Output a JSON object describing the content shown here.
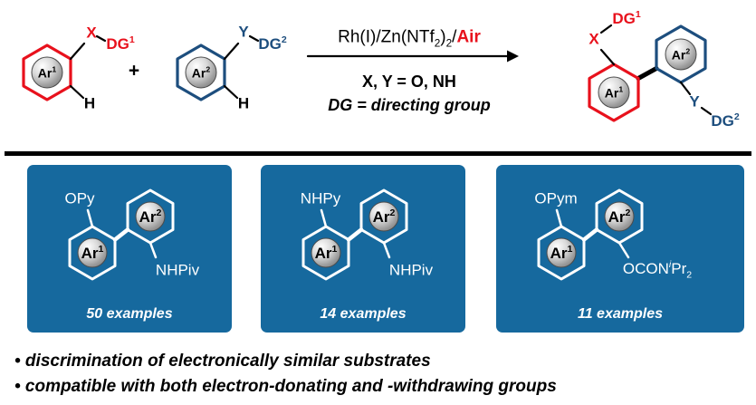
{
  "colors": {
    "red": "#e8111c",
    "blue": "#1d4e7e",
    "box-blue": "#16699e"
  },
  "scheme": {
    "reactant1": {
      "x": "X",
      "dg": "DG",
      "dg_sup": "1",
      "h": "H",
      "ar": "Ar",
      "ar_sup": "1"
    },
    "plus": "+",
    "reactant2": {
      "y": "Y",
      "dg": "DG",
      "dg_sup": "2",
      "h": "H",
      "ar": "Ar",
      "ar_sup": "2"
    },
    "conditions": {
      "pre": "Rh(I)/Zn(NTf",
      "sub1": "2",
      "paren": ")",
      "sub2": "2",
      "slash": "/",
      "air": "Air",
      "line2": "X, Y = O, NH",
      "line3": "DG = directing group"
    },
    "product": {
      "x": "X",
      "dg1": "DG",
      "dg1_sup": "1",
      "y": "Y",
      "dg2": "DG",
      "dg2_sup": "2",
      "ar1": "Ar",
      "ar1_sup": "1",
      "ar2": "Ar",
      "ar2_sup": "2"
    }
  },
  "boxes": [
    {
      "top": "OPy",
      "bottom": "NHPiv",
      "count": "50 examples",
      "ar1": "Ar",
      "ar1_sup": "1",
      "ar2": "Ar",
      "ar2_sup": "2"
    },
    {
      "top": "NHPy",
      "bottom": "NHPiv",
      "count": "14 examples",
      "ar1": "Ar",
      "ar1_sup": "1",
      "ar2": "Ar",
      "ar2_sup": "2"
    },
    {
      "top": "OPym",
      "bottom_pre": "OCON",
      "bottom_i": "i",
      "bottom_mid": "Pr",
      "bottom_sub": "2",
      "count": "11 examples",
      "ar1": "Ar",
      "ar1_sup": "1",
      "ar2": "Ar",
      "ar2_sup": "2"
    }
  ],
  "bullets": {
    "b1": "• discrimination of electronically similar substrates",
    "b2": "• compatible with both electron-donating and -withdrawing groups"
  }
}
